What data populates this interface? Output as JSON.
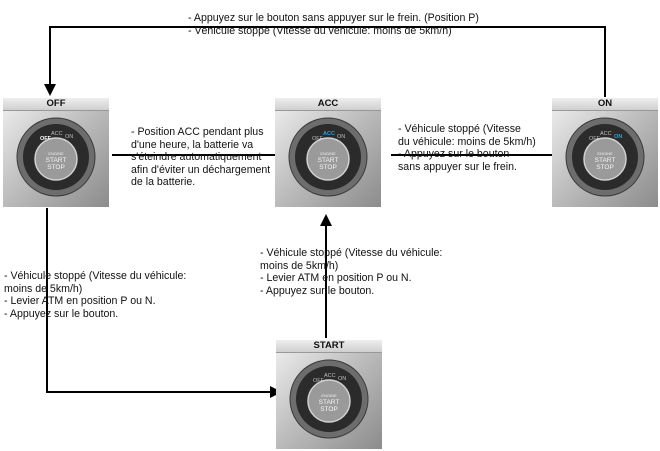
{
  "states": {
    "off": {
      "title": "OFF",
      "highlight": "OFF"
    },
    "acc": {
      "title": "ACC",
      "highlight": "ACC"
    },
    "on": {
      "title": "ON",
      "highlight": "ON"
    },
    "start": {
      "title": "START",
      "highlight": ""
    }
  },
  "ring_labels": {
    "off": "OFF",
    "acc": "ACC",
    "on": "ON"
  },
  "button_text": {
    "line1": "ENGINE",
    "line2": "START",
    "line3": "STOP"
  },
  "transitions": {
    "on_to_off": "- Appuyez sur le bouton sans appuyer sur le frein. (Position P)\n- Véhicule stoppé (Vitesse du véhicule: moins de 5km/h)",
    "acc_to_off": "- Position ACC pendant plus\nd'une heure, la batterie va\ns'éteindre automatiquement\nafin d'éviter un déchargement\nde la batterie.",
    "on_to_acc": "- Véhicule stoppé (Vitesse\ndu véhicule: moins de 5km/h)\n- Appuyez sur le bouton\nsans appuyer sur le frein.",
    "off_to_start": "- Véhicule stoppé (Vitesse du véhicule:\nmoins de 5km/h)\n- Levier ATM en position P ou N.\n- Appuyez sur le bouton.",
    "start_to_acc": "- Véhicule stoppé (Vitesse du véhicule:\nmoins de 5km/h)\n- Levier ATM en position P ou N.\n- Appuyez sur le bouton."
  },
  "colors": {
    "highlight": "#2f9fd8",
    "ring_text": "#d8d8d8",
    "line": "#000000"
  }
}
